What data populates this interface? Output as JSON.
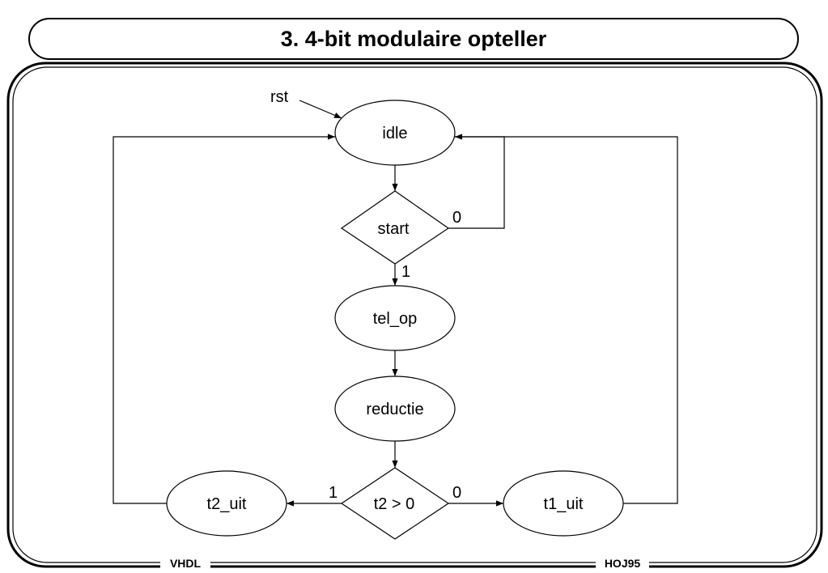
{
  "title": "3. 4-bit modulaire opteller",
  "footer": {
    "left": "VHDL",
    "right": "HOJ95"
  },
  "diagram": {
    "reset_label": "rst",
    "states": {
      "idle": "idle",
      "tel_op": "tel_op",
      "reductie": "reductie",
      "t2_uit": "t2_uit",
      "t1_uit": "t1_uit"
    },
    "decisions": {
      "start": "start",
      "t2": "t2 > 0"
    },
    "edge_labels": {
      "start_false": "0",
      "start_true": "1",
      "t2_true": "1",
      "t2_false": "0"
    }
  }
}
